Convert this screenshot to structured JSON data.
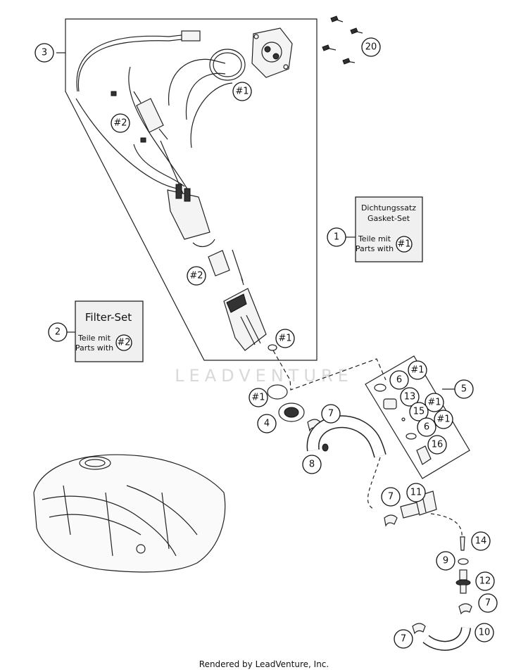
{
  "callouts": {
    "c3": "3",
    "c20": "20",
    "c1a": "#1",
    "c2a": "#2",
    "c2b": "#2",
    "c1b": "#1",
    "c1": "1",
    "c2": "2",
    "c1c": "#1",
    "c5": "5",
    "c6a": "6",
    "c1d": "#1",
    "c13": "13",
    "c1e": "#1",
    "c15": "15",
    "c1f": "#1",
    "c6b": "6",
    "c16": "16",
    "c4": "4",
    "c7a": "7",
    "c8": "8",
    "c7b": "7",
    "c11": "11",
    "c14": "14",
    "c9": "9",
    "c12": "12",
    "c7c": "7",
    "c7d": "7",
    "c10": "10"
  },
  "gasket_box": {
    "title_de": "Dichtungssatz",
    "title_en": "Gasket-Set",
    "line1": "Teile mit",
    "line2": "Parts with",
    "ref": "#1"
  },
  "filter_box": {
    "title": "Filter-Set",
    "line1": "Teile mit",
    "line2": "Parts with",
    "ref": "#2"
  },
  "watermark": "LEADVENTURE",
  "footer": "Rendered by LeadVenture, Inc."
}
